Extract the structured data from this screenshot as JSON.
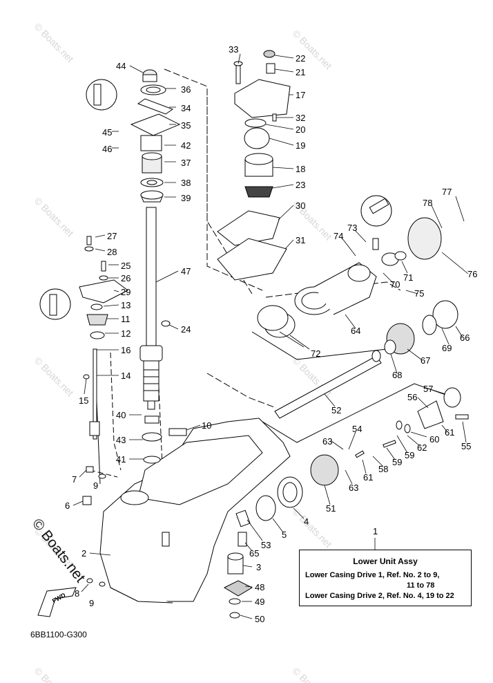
{
  "watermark": {
    "text": "© Boats.net",
    "overlay_text": "© Boats.net"
  },
  "diagram_code": "6BB1100-G300",
  "fwd_label": "FWD",
  "reference_box": {
    "callout_number": "1",
    "title": "Lower Unit Assy",
    "rows": [
      "Lower Casing Drive 1,   Ref. No.  2 to 9,",
      "11  to  78",
      "Lower Casing Drive 2,   Ref. No. 4, 19 to  22"
    ]
  },
  "callouts": {
    "n44": "44",
    "n36": "36",
    "n34": "34",
    "n35": "35",
    "n45": "45",
    "n46": "46",
    "n42": "42",
    "n37": "37",
    "n38": "38",
    "n39": "39",
    "n27": "27",
    "n28": "28",
    "n25": "25",
    "n26": "26",
    "n29": "29",
    "n13": "13",
    "n11": "11",
    "n12": "12",
    "n16": "16",
    "n14": "14",
    "n15": "15",
    "n47": "47",
    "n24": "24",
    "n40": "40",
    "n10": "10",
    "n43": "43",
    "n41": "41",
    "n7": "7",
    "n9a": "9",
    "n6": "6",
    "n2": "2",
    "n8": "8",
    "n9b": "9",
    "n33": "33",
    "n22": "22",
    "n21": "21",
    "n17": "17",
    "n32": "32",
    "n20": "20",
    "n19": "19",
    "n18": "18",
    "n23": "23",
    "n30": "30",
    "n31": "31",
    "n77": "77",
    "n78": "78",
    "n73": "73",
    "n74": "74",
    "n76": "76",
    "n71": "71",
    "n70": "70",
    "n75": "75",
    "n64": "64",
    "n72": "72",
    "n69": "69",
    "n66": "66",
    "n67": "67",
    "n68": "68",
    "n52": "52",
    "n57": "57",
    "n56": "56",
    "n61": "61",
    "n55": "55",
    "n54": "54",
    "n63a": "63",
    "n60": "60",
    "n62": "62",
    "n59a": "59",
    "n59b": "59",
    "n58": "58",
    "n61b": "61",
    "n63b": "63",
    "n51": "51",
    "n53": "53",
    "n4": "4",
    "n5": "5",
    "n65": "65",
    "n3": "3",
    "n48": "48",
    "n49": "49",
    "n50": "50"
  }
}
